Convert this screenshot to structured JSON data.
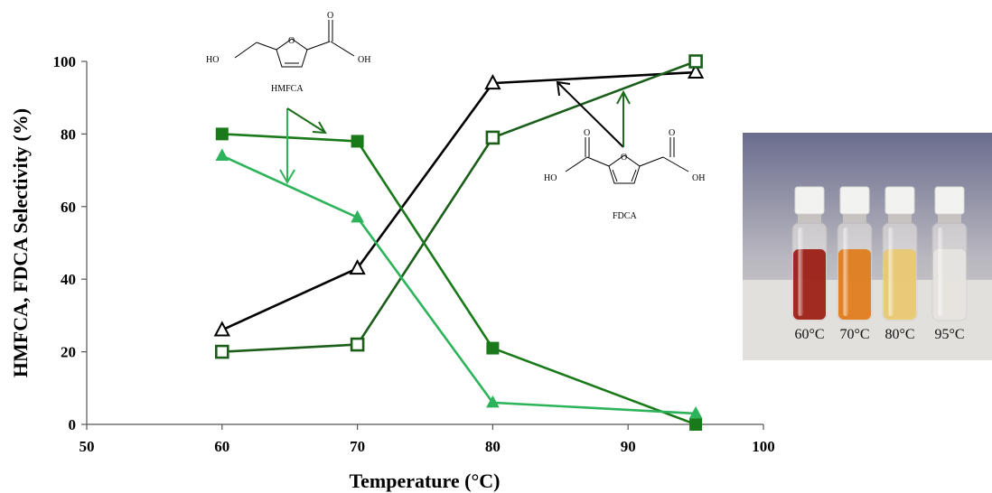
{
  "chart_data": {
    "type": "line",
    "xlabel": "Temperature (°C)",
    "ylabel": "HMFCA, FDCA Selectivity (%)",
    "xlim": [
      50,
      100
    ],
    "ylim": [
      0,
      100
    ],
    "x_ticks": [
      "50",
      "60",
      "70",
      "80",
      "90",
      "100"
    ],
    "y_ticks": [
      "0",
      "20",
      "40",
      "60",
      "80",
      "100"
    ],
    "grid": false,
    "legend": "none",
    "series": [
      {
        "marker": "open-triangle",
        "color": "#000000",
        "x": [
          60,
          70,
          80,
          95
        ],
        "y": [
          26,
          43,
          94,
          97
        ]
      },
      {
        "marker": "open-square",
        "color": "#1a5e1a",
        "x": [
          60,
          70,
          80,
          95
        ],
        "y": [
          20,
          22,
          79,
          100
        ]
      },
      {
        "marker": "filled-square",
        "color": "#1a7a1a",
        "x": [
          60,
          70,
          80,
          95
        ],
        "y": [
          80,
          78,
          21,
          0
        ]
      },
      {
        "marker": "filled-triangle",
        "color": "#2db35a",
        "x": [
          60,
          70,
          80,
          95
        ],
        "y": [
          74,
          57,
          6,
          3
        ]
      }
    ],
    "annotations": {
      "hmfca": {
        "name": "HMFCA",
        "ho": "HO",
        "oh": "OH",
        "ring_o": "O",
        "carbonyl_o": "O"
      },
      "fdca": {
        "name": "FDCA",
        "ho": "HO",
        "oh": "OH",
        "ring_o": "O",
        "carbonyl_o": "O"
      }
    },
    "photo": {
      "labels": [
        "60°C",
        "70°C",
        "80°C",
        "95°C"
      ],
      "vial_colors": [
        "#9a1a10",
        "#e07a18",
        "#e8c870",
        "#e6e4e0"
      ]
    }
  }
}
